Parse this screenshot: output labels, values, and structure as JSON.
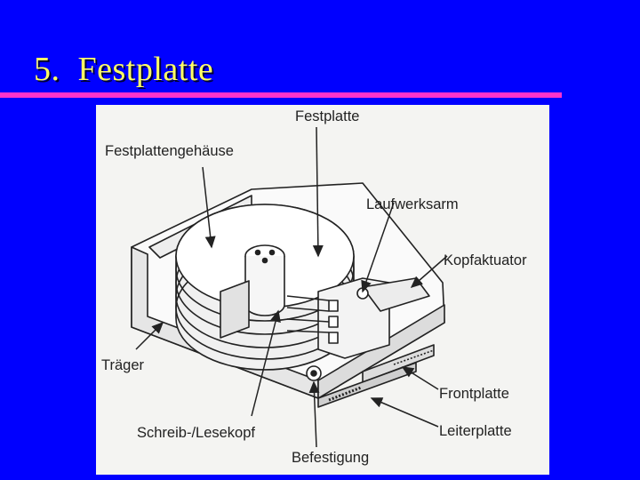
{
  "slide": {
    "number": "5.",
    "title": "Festplatte"
  },
  "figure": {
    "labels": {
      "festplatte": "Festplatte",
      "gehaeuse": "Festplattengehäuse",
      "laufwerksarm": "Laufwerksarm",
      "kopfaktuator": "Kopfaktuator",
      "traeger": "Träger",
      "frontplatte": "Frontplatte",
      "leiterplatte": "Leiterplatte",
      "schreibkopf": "Schreib-/Lesekopf",
      "befestigung": "Befestigung"
    }
  },
  "colors": {
    "background": "#0000ff",
    "title": "#ffff66",
    "rule": "#ff33cc",
    "figure_bg": "#f4f4f2",
    "ink": "#222222"
  }
}
